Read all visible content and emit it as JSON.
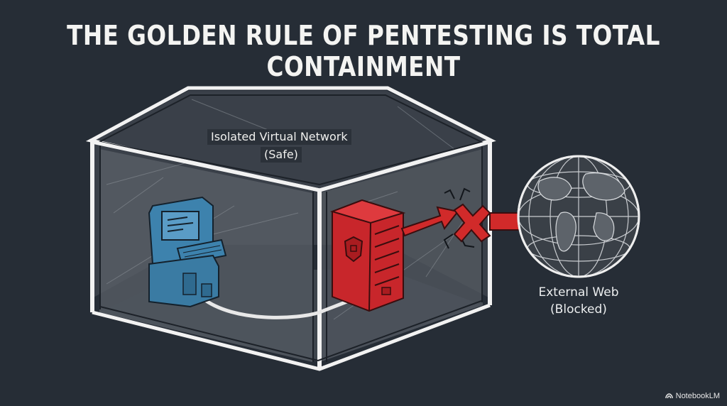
{
  "title": "THE GOLDEN RULE OF PENTESTING IS TOTAL CONTAINMENT",
  "network_label": {
    "line1": "Isolated Virtual Network",
    "line2": "(Safe)"
  },
  "external_label": {
    "line1": "External Web",
    "line2": "(Blocked)"
  },
  "brand": "NotebookLM",
  "icons": {
    "workstation": "blue-computer-terminal-icon",
    "server": "red-server-shield-icon",
    "arrow": "red-arrow-icon",
    "blocked": "red-x-icon",
    "globe": "globe-icon"
  },
  "colors": {
    "background": "#262d36",
    "workstation": "#3d82ad",
    "server": "#c8262b",
    "block": "#d12a2a"
  }
}
